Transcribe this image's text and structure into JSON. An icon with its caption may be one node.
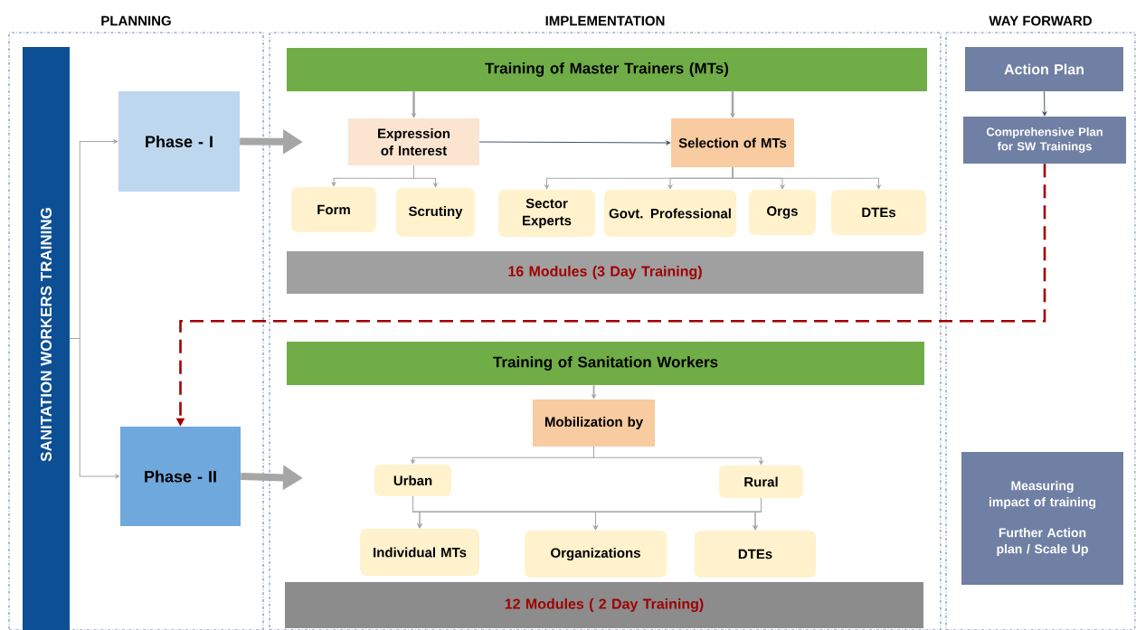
{
  "diagram": {
    "nodes": [
      {
        "text": [
          "PLANNING"
        ]
      },
      {
        "text": [
          "IMPLEMENTATION"
        ]
      },
      {
        "text": [
          "WAY FORWARD"
        ]
      },
      {
        "text": [
          "SANITATION WORKERS TRAINING"
        ],
        "in": 0
      },
      {
        "text": [
          "Phase - I"
        ],
        "in": 0
      },
      {
        "text": [
          "Phase - II"
        ],
        "in": 0
      },
      {
        "text": [
          "Training of Master Trainers (MTs)"
        ],
        "in": 1
      },
      {
        "text": [
          "Expression of Interest"
        ],
        "in": 1
      },
      {
        "text": [
          "Selection of MTs"
        ],
        "in": 1
      },
      {
        "text": [
          "Form"
        ],
        "in": 1
      },
      {
        "text": [
          "Scrutiny"
        ],
        "in": 1
      },
      {
        "text": [
          "Sector Experts"
        ],
        "in": 1
      },
      {
        "text": [
          "Govt. Professional"
        ],
        "in": 1
      },
      {
        "text": [
          "Orgs"
        ],
        "in": 1
      },
      {
        "text": [
          "DTEs"
        ],
        "in": 1
      },
      {
        "text": [
          "16 Modules (3 Day Training)"
        ],
        "in": 1
      },
      {
        "text": [
          "Training of Sanitation Workers"
        ],
        "in": 1
      },
      {
        "text": [
          "Mobilization by"
        ],
        "in": 1
      },
      {
        "text": [
          "Urban"
        ],
        "in": 1
      },
      {
        "text": [
          "Rural"
        ],
        "in": 1
      },
      {
        "text": [
          "Individual MTs"
        ],
        "in": 1
      },
      {
        "text": [
          "Organizations"
        ],
        "in": 1
      },
      {
        "text": [
          "DTEs"
        ],
        "in": 1
      },
      {
        "text": [
          "12 Modules ( 2 Day Training)"
        ],
        "in": 1
      },
      {
        "text": [
          "Action Plan"
        ],
        "in": 2
      },
      {
        "text": [
          "Comprehensive Plan for SW Trainings"
        ],
        "in": 2
      },
      {
        "text": [
          "Measuring impact of training",
          "Further Action plan / Scale Up"
        ],
        "in": 2
      }
    ],
    "edges": [
      {
        "from": 3,
        "to": 4,
        "arrow": "to"
      },
      {
        "from": 3,
        "to": 5,
        "arrow": "to"
      },
      {
        "from": 4,
        "to": null,
        "arrow": "to",
        "style": "thick"
      },
      {
        "from": 5,
        "to": null,
        "arrow": "to",
        "style": "thick"
      },
      {
        "from": 6,
        "to": 7,
        "arrow": "to"
      },
      {
        "from": 6,
        "to": 8,
        "arrow": "to"
      },
      {
        "from": 7,
        "to": 8,
        "arrow": "to",
        "color": "#44546a"
      },
      {
        "from": 7,
        "to": 9,
        "arrow": "to"
      },
      {
        "from": 7,
        "to": 10,
        "arrow": "to"
      },
      {
        "from": 8,
        "to": 11,
        "arrow": "to"
      },
      {
        "from": 8,
        "to": 12,
        "arrow": "to"
      },
      {
        "from": 8,
        "to": 13,
        "arrow": "to"
      },
      {
        "from": 8,
        "to": 14,
        "arrow": "to"
      },
      {
        "from": 25,
        "to": 5,
        "arrow": "to",
        "style": "dashed",
        "color": "#a00000"
      },
      {
        "from": 24,
        "to": 25,
        "arrow": "to",
        "color": "#44546a"
      },
      {
        "from": 16,
        "to": 17,
        "arrow": "to"
      },
      {
        "from": 17,
        "to": 18,
        "arrow": "to"
      },
      {
        "from": 17,
        "to": 19,
        "arrow": "to"
      },
      {
        "from": 18,
        "to": 20,
        "arrow": "to"
      },
      {
        "from": 18,
        "to": 21,
        "arrow": "to"
      },
      {
        "from": 18,
        "to": 22,
        "arrow": "to"
      },
      {
        "from": 19,
        "to": 20,
        "arrow": "to"
      },
      {
        "from": 19,
        "to": 21,
        "arrow": "to"
      },
      {
        "from": 19,
        "to": 22,
        "arrow": "to"
      }
    ]
  }
}
